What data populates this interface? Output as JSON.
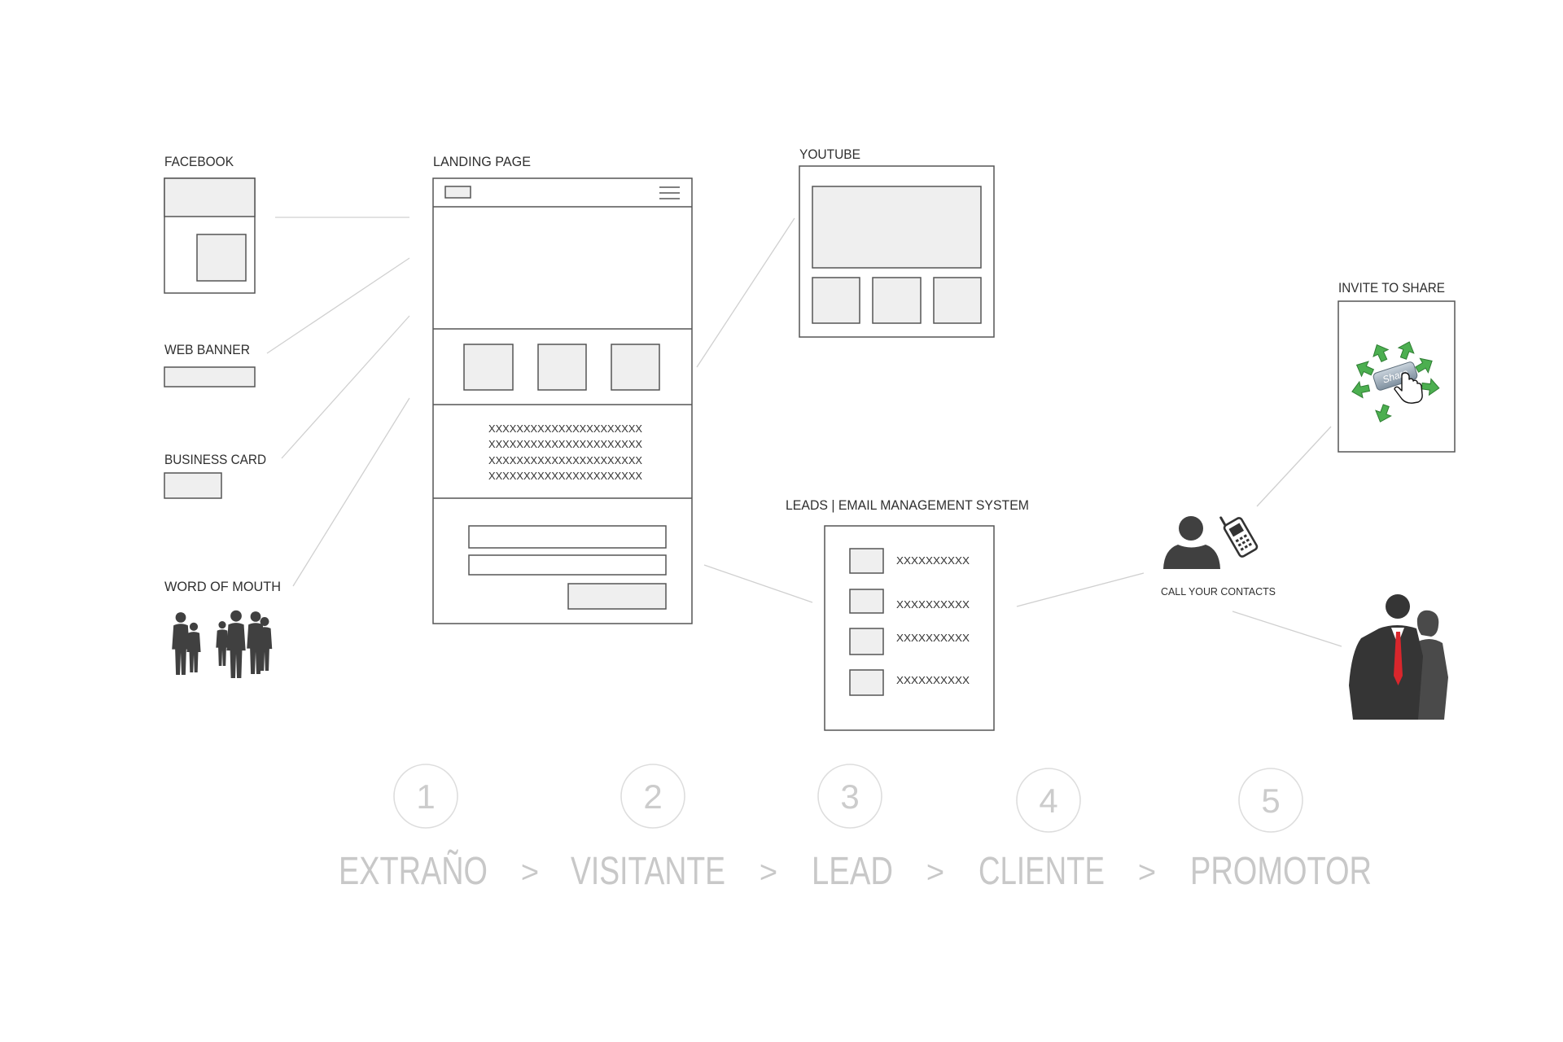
{
  "diagram": {
    "sources": {
      "facebook": "FACEBOOK",
      "web_banner": "WEB BANNER",
      "business_card": "BUSINESS CARD",
      "word_of_mouth": "WORD OF MOUTH"
    },
    "landing_page": {
      "label": "LANDING PAGE",
      "text_lines": [
        "XXXXXXXXXXXXXXXXXXXXXX",
        "XXXXXXXXXXXXXXXXXXXXXX",
        "XXXXXXXXXXXXXXXXXXXXXX",
        "XXXXXXXXXXXXXXXXXXXXXX"
      ]
    },
    "youtube": {
      "label": "YOUTUBE"
    },
    "leads": {
      "label": "LEADS | EMAIL MANAGEMENT SYSTEM",
      "items": [
        "XXXXXXXXXX",
        "XXXXXXXXXX",
        "XXXXXXXXXX",
        "XXXXXXXXXX"
      ]
    },
    "invite": {
      "label": "INVITE TO SHARE",
      "button_text": "Share",
      "icon": "share-icon"
    },
    "call": {
      "label": "CALL YOUR CONTACTS",
      "icons": [
        "person-icon",
        "phone-icon"
      ]
    },
    "promoters_icon": "businesspeople-silhouette",
    "crowd_icon": "crowd-silhouette"
  },
  "stages": [
    {
      "number": "1",
      "label": "EXTRAÑO"
    },
    {
      "number": "2",
      "label": "VISITANTE"
    },
    {
      "number": "3",
      "label": "LEAD"
    },
    {
      "number": "4",
      "label": "CLIENTE"
    },
    {
      "number": "5",
      "label": "PROMOTOR"
    }
  ],
  "separator": ">",
  "colors": {
    "outline": "#555555",
    "placeholder_fill": "#efefef",
    "connector": "#d0d0d0",
    "stage_text": "#c8c8c8",
    "silhouette": "#404040",
    "tie": "#d9262c",
    "share_arrows": "#4caf50"
  }
}
